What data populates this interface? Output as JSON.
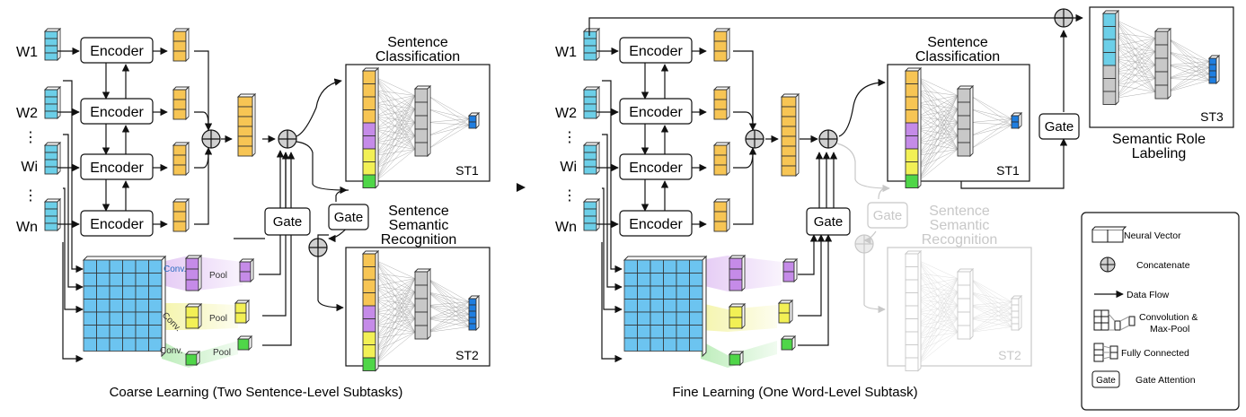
{
  "words": [
    "W1",
    "W2",
    "⋮",
    "Wi",
    "⋮",
    "Wn"
  ],
  "encoder_label": "Encoder",
  "gate_label": "Gate",
  "conv_label": "Conv.",
  "pool_label": "Pool",
  "coarse": {
    "caption": "Coarse Learning (Two Sentence-Level Subtasks)",
    "task1": {
      "title_line1": "Sentence",
      "title_line2": "Classification",
      "tag": "ST1"
    },
    "task2": {
      "title_line1": "Sentence",
      "title_line2": "Semantic",
      "title_line3": "Recognition",
      "tag": "ST2"
    }
  },
  "fine": {
    "caption": "Fine Learning (One Word-Level Subtask)",
    "task1": {
      "title_line1": "Sentence",
      "title_line2": "Classification",
      "tag": "ST1"
    },
    "task2": {
      "title_line1": "Sentence",
      "title_line2": "Semantic",
      "title_line3": "Recognition",
      "tag": "ST2"
    },
    "task3": {
      "title_line1": "Semantic Role",
      "title_line2": "Labeling",
      "tag": "ST3"
    }
  },
  "legend": {
    "neural_vector": "Neural Vector",
    "concatenate": "Concatenate",
    "data_flow": "Data Flow",
    "conv_pool_line1": "Convolution &",
    "conv_pool_line2": "Max-Pool",
    "fully_connected": "Fully Connected",
    "gate_icon": "Gate",
    "gate_attention": "Gate Attention"
  },
  "colors": {
    "word": "#6ccfe8",
    "encoder_out": "#f7c554",
    "purple": "#c58be8",
    "yellow": "#f2f055",
    "green": "#4fd648",
    "grid": "#6cc4f0",
    "blue_out": "#1f7ee0",
    "gray_node": "#c8c8c8",
    "faded": "#c8c8c8"
  }
}
